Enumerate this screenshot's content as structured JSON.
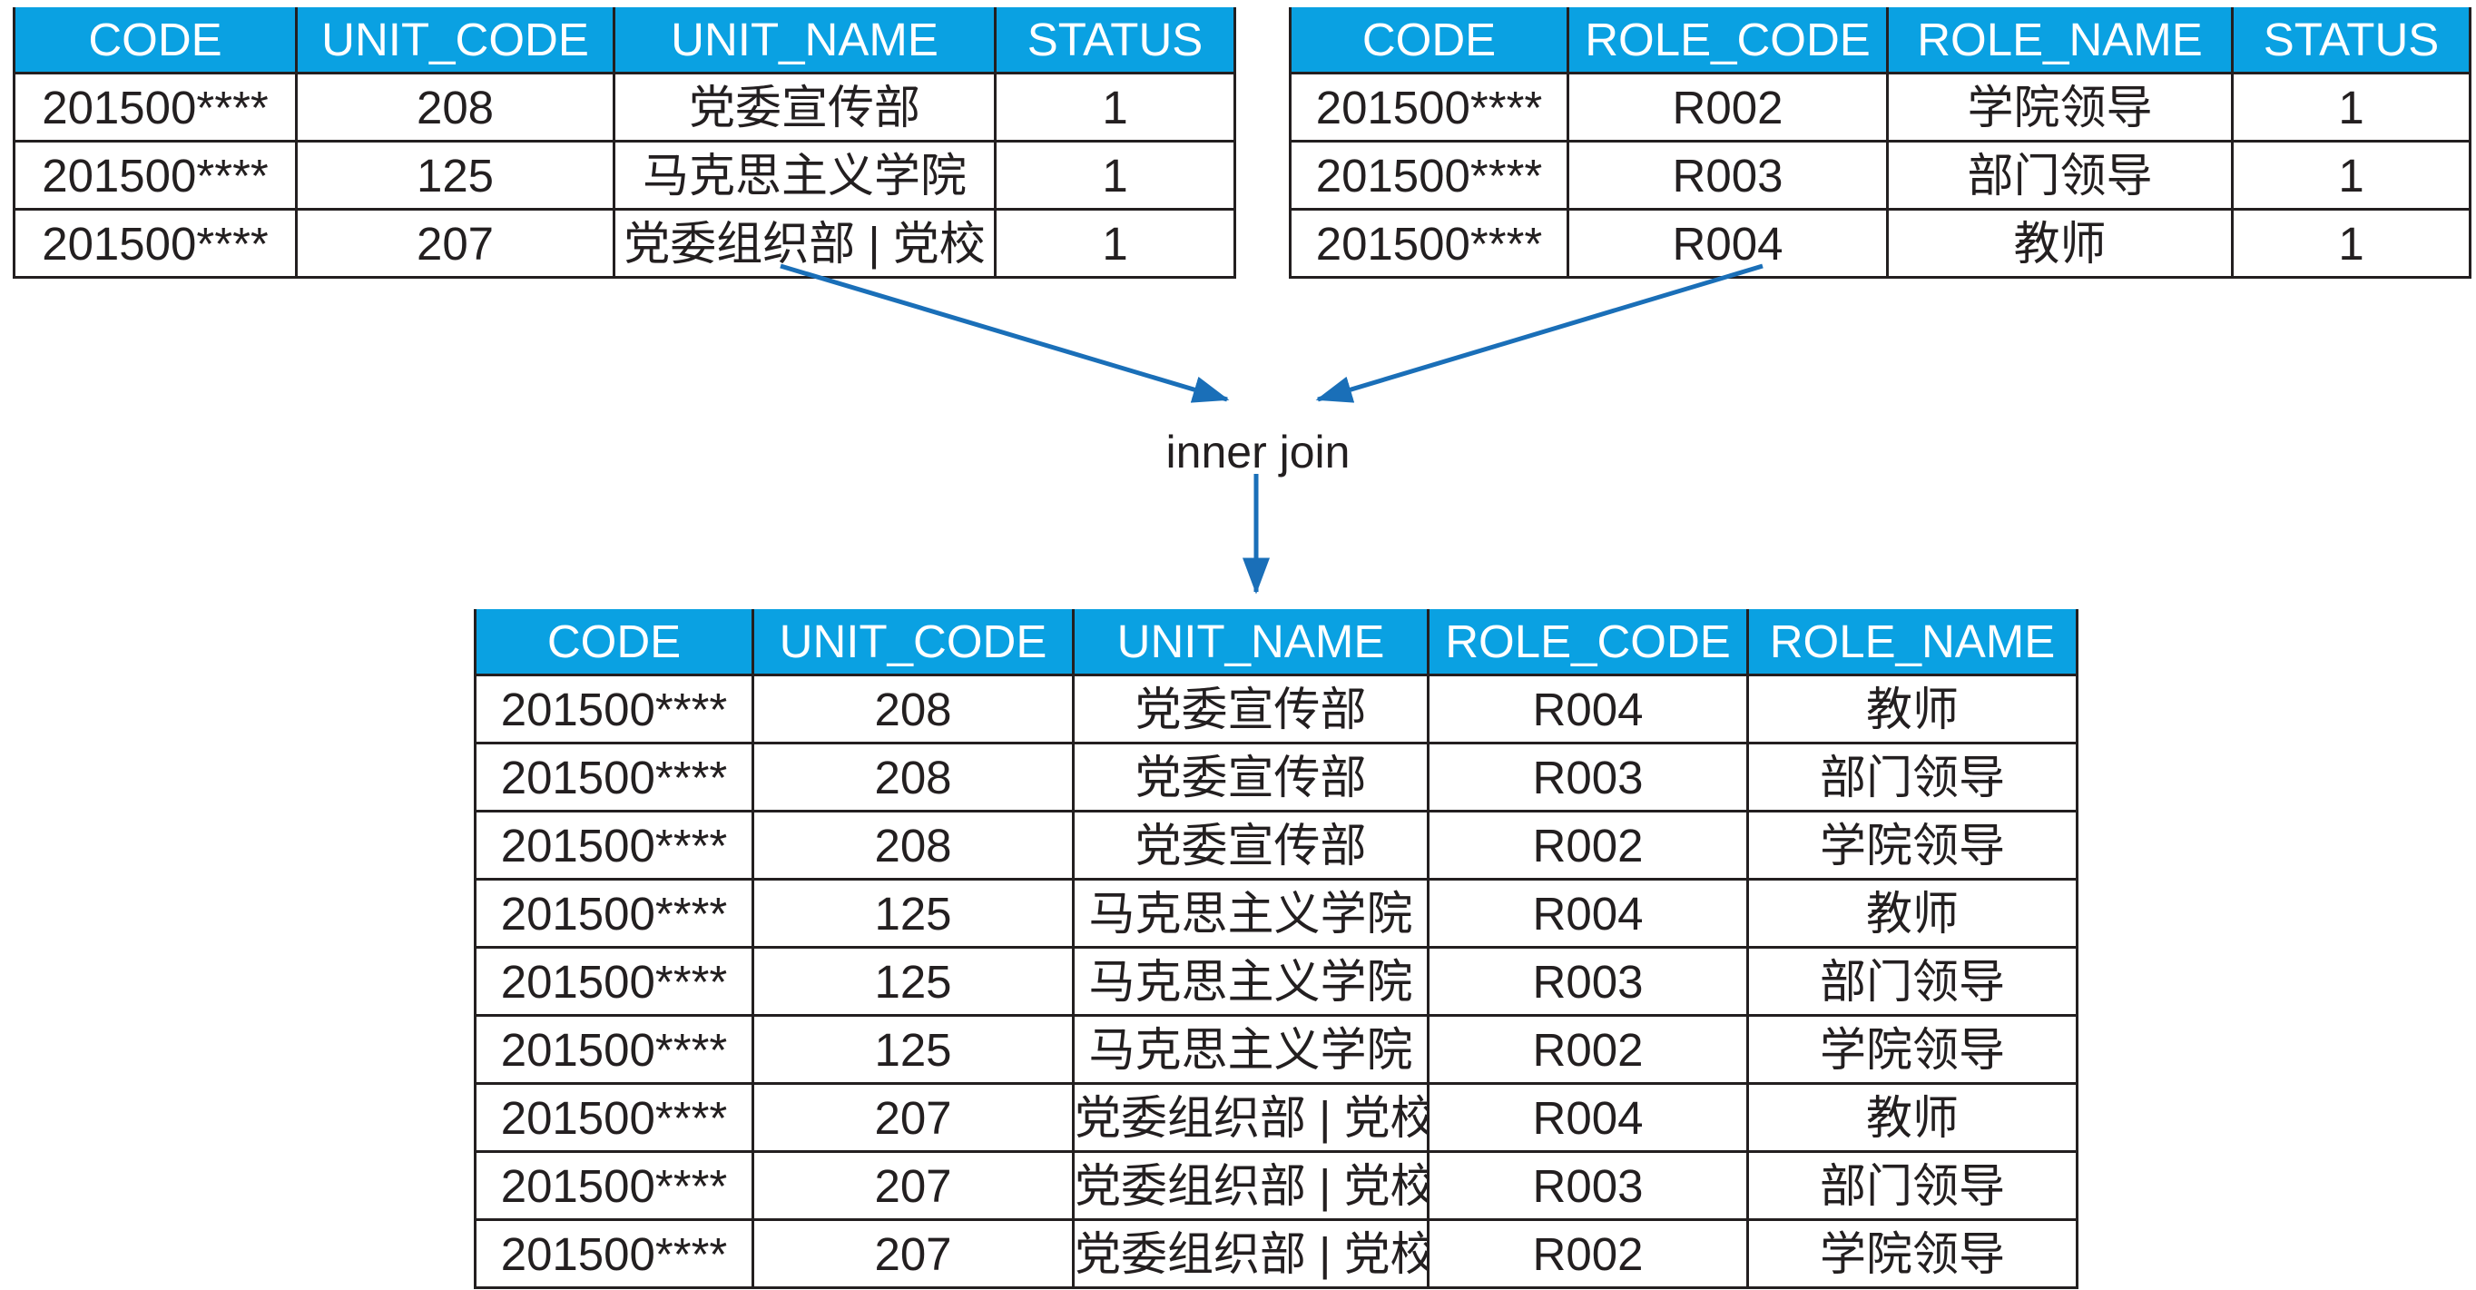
{
  "unit_table": {
    "headers": [
      "CODE",
      "UNIT_CODE",
      "UNIT_NAME",
      "STATUS"
    ],
    "rows": [
      [
        "201500****",
        "208",
        "党委宣传部",
        "1"
      ],
      [
        "201500****",
        "125",
        "马克思主义学院",
        "1"
      ],
      [
        "201500****",
        "207",
        "党委组织部 | 党校",
        "1"
      ]
    ]
  },
  "role_table": {
    "headers": [
      "CODE",
      "ROLE_CODE",
      "ROLE_NAME",
      "STATUS"
    ],
    "rows": [
      [
        "201500****",
        "R002",
        "学院领导",
        "1"
      ],
      [
        "201500****",
        "R003",
        "部门领导",
        "1"
      ],
      [
        "201500****",
        "R004",
        "教师",
        "1"
      ]
    ]
  },
  "join_label": "inner join",
  "result_table": {
    "headers": [
      "CODE",
      "UNIT_CODE",
      "UNIT_NAME",
      "ROLE_CODE",
      "ROLE_NAME"
    ],
    "rows": [
      [
        "201500****",
        "208",
        "党委宣传部",
        "R004",
        "教师"
      ],
      [
        "201500****",
        "208",
        "党委宣传部",
        "R003",
        "部门领导"
      ],
      [
        "201500****",
        "208",
        "党委宣传部",
        "R002",
        "学院领导"
      ],
      [
        "201500****",
        "125",
        "马克思主义学院",
        "R004",
        "教师"
      ],
      [
        "201500****",
        "125",
        "马克思主义学院",
        "R003",
        "部门领导"
      ],
      [
        "201500****",
        "125",
        "马克思主义学院",
        "R002",
        "学院领导"
      ],
      [
        "201500****",
        "207",
        "党委组织部 | 党校",
        "R004",
        "教师"
      ],
      [
        "201500****",
        "207",
        "党委组织部 | 党校",
        "R003",
        "部门领导"
      ],
      [
        "201500****",
        "207",
        "党委组织部 | 党校",
        "R002",
        "学院领导"
      ]
    ]
  },
  "colors": {
    "header_bg": "#0aa1e2",
    "header_text": "#ffffff",
    "arrow": "#1a6fb8",
    "border": "#231f20"
  }
}
